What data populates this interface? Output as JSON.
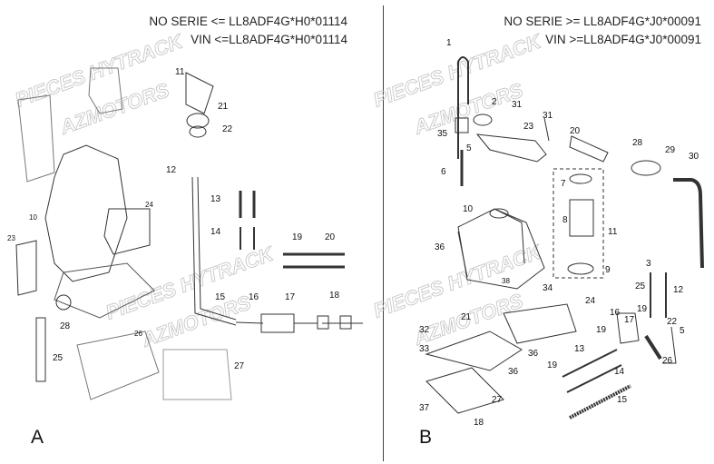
{
  "panel_a": {
    "letter": "A",
    "header_line1": "NO SERIE <= LL8ADF4G*H0*01114",
    "header_line2": "VIN <=LL8ADF4G*H0*01114",
    "callouts": [
      "11",
      "21",
      "22",
      "12",
      "13",
      "14",
      "24",
      "10",
      "23",
      "19",
      "20",
      "15",
      "16",
      "17",
      "18",
      "28",
      "25",
      "26",
      "27"
    ]
  },
  "panel_b": {
    "letter": "B",
    "header_line1": "NO SERIE >= LL8ADF4G*J0*00091",
    "header_line2": "VIN >=LL8ADF4G*J0*00091",
    "callouts": [
      "1",
      "2",
      "31",
      "31",
      "23",
      "35",
      "5",
      "20",
      "28",
      "29",
      "30",
      "6",
      "7",
      "10",
      "8",
      "11",
      "36",
      "38",
      "9",
      "3",
      "34",
      "25",
      "12",
      "24",
      "22",
      "5",
      "21",
      "16",
      "17",
      "19",
      "32",
      "33",
      "36",
      "19",
      "13",
      "26",
      "36",
      "19",
      "14",
      "27",
      "15",
      "37",
      "18"
    ]
  },
  "watermarks": [
    "PIECES HYTRACK",
    "AZMOTORS"
  ]
}
